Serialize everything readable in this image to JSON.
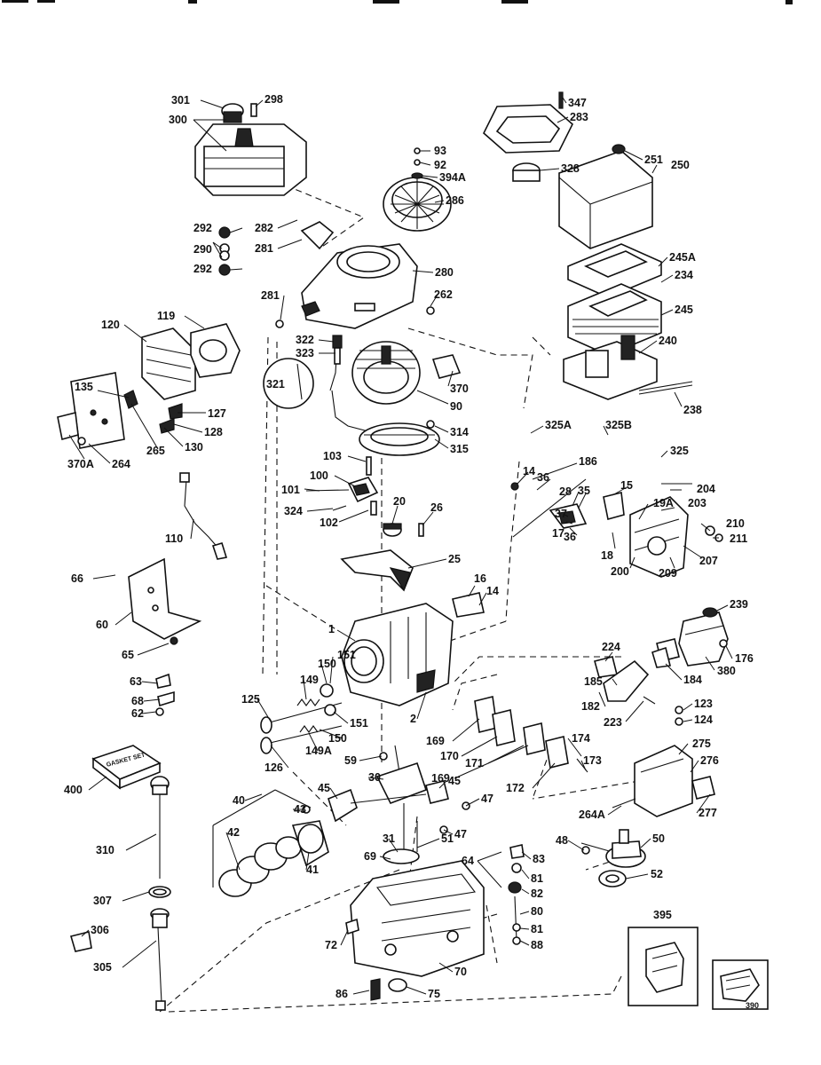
{
  "diagram": {
    "labels": [
      {
        "id": "l301",
        "text": "301"
      },
      {
        "id": "l298",
        "text": "298"
      },
      {
        "id": "l300",
        "text": "300"
      },
      {
        "id": "l93",
        "text": "93"
      },
      {
        "id": "l92",
        "text": "92"
      },
      {
        "id": "l394A",
        "text": "394A"
      },
      {
        "id": "l286",
        "text": "286"
      },
      {
        "id": "l347",
        "text": "347"
      },
      {
        "id": "l283",
        "text": "283"
      },
      {
        "id": "l328",
        "text": "328"
      },
      {
        "id": "l251",
        "text": "251"
      },
      {
        "id": "l250",
        "text": "250"
      },
      {
        "id": "l292a",
        "text": "292"
      },
      {
        "id": "l290",
        "text": "290"
      },
      {
        "id": "l292b",
        "text": "292"
      },
      {
        "id": "l282",
        "text": "282"
      },
      {
        "id": "l281a",
        "text": "281"
      },
      {
        "id": "l280",
        "text": "280"
      },
      {
        "id": "l262",
        "text": "262"
      },
      {
        "id": "l281b",
        "text": "281"
      },
      {
        "id": "l245A",
        "text": "245A"
      },
      {
        "id": "l234",
        "text": "234"
      },
      {
        "id": "l245",
        "text": "245"
      },
      {
        "id": "l120",
        "text": "120"
      },
      {
        "id": "l119",
        "text": "119"
      },
      {
        "id": "l322",
        "text": "322"
      },
      {
        "id": "l323",
        "text": "323"
      },
      {
        "id": "l321",
        "text": "321"
      },
      {
        "id": "l370",
        "text": "370"
      },
      {
        "id": "l90",
        "text": "90"
      },
      {
        "id": "l240",
        "text": "240"
      },
      {
        "id": "l238",
        "text": "238"
      },
      {
        "id": "l135",
        "text": "135"
      },
      {
        "id": "l127",
        "text": "127"
      },
      {
        "id": "l128",
        "text": "128"
      },
      {
        "id": "l130",
        "text": "130"
      },
      {
        "id": "l265",
        "text": "265"
      },
      {
        "id": "l264",
        "text": "264"
      },
      {
        "id": "l370A",
        "text": "370A"
      },
      {
        "id": "l314",
        "text": "314"
      },
      {
        "id": "l315",
        "text": "315"
      },
      {
        "id": "l325A",
        "text": "325A"
      },
      {
        "id": "l325B",
        "text": "325B"
      },
      {
        "id": "l325",
        "text": "325"
      },
      {
        "id": "l103",
        "text": "103"
      },
      {
        "id": "l100",
        "text": "100"
      },
      {
        "id": "l101",
        "text": "101"
      },
      {
        "id": "l324",
        "text": "324"
      },
      {
        "id": "l102",
        "text": "102"
      },
      {
        "id": "l20",
        "text": "20"
      },
      {
        "id": "l26",
        "text": "26"
      },
      {
        "id": "l186",
        "text": "186"
      },
      {
        "id": "l14a",
        "text": "14"
      },
      {
        "id": "l36a",
        "text": "36"
      },
      {
        "id": "l15",
        "text": "15"
      },
      {
        "id": "l204",
        "text": "204"
      },
      {
        "id": "l28",
        "text": "28"
      },
      {
        "id": "l35",
        "text": "35"
      },
      {
        "id": "l203",
        "text": "203"
      },
      {
        "id": "l19A",
        "text": "19A"
      },
      {
        "id": "l37",
        "text": "37"
      },
      {
        "id": "l17",
        "text": "17"
      },
      {
        "id": "l36b",
        "text": "36"
      },
      {
        "id": "l210",
        "text": "210"
      },
      {
        "id": "l211",
        "text": "211"
      },
      {
        "id": "l18",
        "text": "18"
      },
      {
        "id": "l200",
        "text": "200"
      },
      {
        "id": "l209",
        "text": "209"
      },
      {
        "id": "l207",
        "text": "207"
      },
      {
        "id": "l110",
        "text": "110"
      },
      {
        "id": "l25",
        "text": "25"
      },
      {
        "id": "l66",
        "text": "66"
      },
      {
        "id": "l16",
        "text": "16"
      },
      {
        "id": "l14b",
        "text": "14"
      },
      {
        "id": "l60",
        "text": "60"
      },
      {
        "id": "l239",
        "text": "239"
      },
      {
        "id": "l1",
        "text": "1"
      },
      {
        "id": "l65",
        "text": "65"
      },
      {
        "id": "l224",
        "text": "224"
      },
      {
        "id": "l176",
        "text": "176"
      },
      {
        "id": "l150a",
        "text": "150"
      },
      {
        "id": "l151a",
        "text": "151"
      },
      {
        "id": "l149",
        "text": "149"
      },
      {
        "id": "l185",
        "text": "185"
      },
      {
        "id": "l184",
        "text": "184"
      },
      {
        "id": "l380",
        "text": "380"
      },
      {
        "id": "l63",
        "text": "63"
      },
      {
        "id": "l68",
        "text": "68"
      },
      {
        "id": "l62a",
        "text": "62"
      },
      {
        "id": "l125",
        "text": "125"
      },
      {
        "id": "l2",
        "text": "2"
      },
      {
        "id": "l182",
        "text": "182"
      },
      {
        "id": "l123",
        "text": "123"
      },
      {
        "id": "l151b",
        "text": "151"
      },
      {
        "id": "l223",
        "text": "223"
      },
      {
        "id": "l124",
        "text": "124"
      },
      {
        "id": "l150b",
        "text": "150"
      },
      {
        "id": "l169a",
        "text": "169"
      },
      {
        "id": "l174",
        "text": "174"
      },
      {
        "id": "l149A",
        "text": "149A"
      },
      {
        "id": "l275",
        "text": "275"
      },
      {
        "id": "l126",
        "text": "126"
      },
      {
        "id": "l59",
        "text": "59"
      },
      {
        "id": "l170",
        "text": "170"
      },
      {
        "id": "l173",
        "text": "173"
      },
      {
        "id": "l276",
        "text": "276"
      },
      {
        "id": "l171",
        "text": "171"
      },
      {
        "id": "l169b",
        "text": "169"
      },
      {
        "id": "l172",
        "text": "172"
      },
      {
        "id": "l400",
        "text": "400"
      },
      {
        "id": "l30",
        "text": "30"
      },
      {
        "id": "l45a",
        "text": "45"
      },
      {
        "id": "l45b",
        "text": "45"
      },
      {
        "id": "l47a",
        "text": "47"
      },
      {
        "id": "l277",
        "text": "277"
      },
      {
        "id": "l264A",
        "text": "264A"
      },
      {
        "id": "l40",
        "text": "40"
      },
      {
        "id": "l43",
        "text": "43"
      },
      {
        "id": "l47b",
        "text": "47"
      },
      {
        "id": "l42",
        "text": "42"
      },
      {
        "id": "l48",
        "text": "48"
      },
      {
        "id": "l50",
        "text": "50"
      },
      {
        "id": "l310",
        "text": "310"
      },
      {
        "id": "l31",
        "text": "31"
      },
      {
        "id": "l51",
        "text": "51"
      },
      {
        "id": "l69",
        "text": "69"
      },
      {
        "id": "l64",
        "text": "64"
      },
      {
        "id": "l83",
        "text": "83"
      },
      {
        "id": "l41",
        "text": "41"
      },
      {
        "id": "l52",
        "text": "52"
      },
      {
        "id": "l81a",
        "text": "81"
      },
      {
        "id": "l307",
        "text": "307"
      },
      {
        "id": "l82",
        "text": "82"
      },
      {
        "id": "l80",
        "text": "80"
      },
      {
        "id": "l395",
        "text": "395"
      },
      {
        "id": "l306",
        "text": "306"
      },
      {
        "id": "l72",
        "text": "72"
      },
      {
        "id": "l81b",
        "text": "81"
      },
      {
        "id": "l88",
        "text": "88"
      },
      {
        "id": "l305",
        "text": "305"
      },
      {
        "id": "l70",
        "text": "70"
      },
      {
        "id": "l86",
        "text": "86"
      },
      {
        "id": "l75",
        "text": "75"
      },
      {
        "id": "l390",
        "text": "390"
      }
    ],
    "gasket_kit_text": "GASKET SET"
  }
}
